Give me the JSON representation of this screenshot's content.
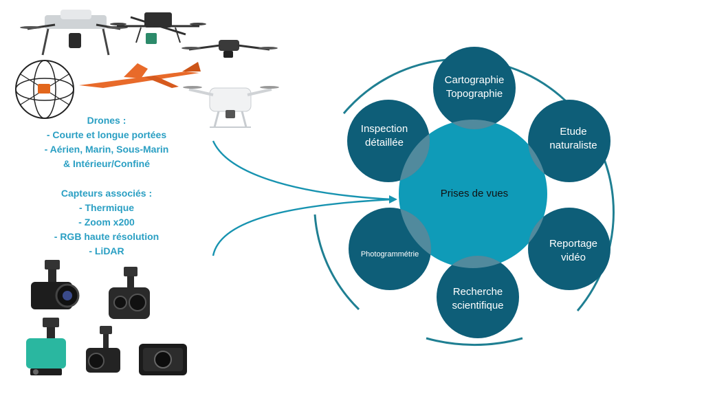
{
  "drones_block": {
    "title": "Drones :",
    "lines": [
      "- Courte et longue portées",
      "- Aérien, Marin, Sous-Marin",
      "& Intérieur/Confiné"
    ]
  },
  "sensors_block": {
    "title": "Capteurs associés :",
    "lines": [
      "- Thermique",
      "- Zoom x200",
      "- RGB haute résolution",
      "- LiDAR"
    ]
  },
  "diagram": {
    "center": "Prises de vues",
    "nodes": [
      {
        "line1": "Cartographie",
        "line2": "Topographie"
      },
      {
        "line1": "Etude",
        "line2": "naturaliste"
      },
      {
        "line1": "Reportage",
        "line2": "vidéo"
      },
      {
        "line1": "Recherche",
        "line2": "scientifique"
      },
      {
        "line1": "Photogrammétrie",
        "line2": ""
      },
      {
        "line1": "Inspection",
        "line2": "détaillée"
      }
    ]
  },
  "colors": {
    "accent_text": "#2a9fc3",
    "center_fill": "#0f9bb8",
    "node_fill": "#0e5e78",
    "arc_stroke": "#1f7f92",
    "arrow_stroke": "#1793b0"
  },
  "images": {
    "drone_pictures": [
      "quadcopter-drone",
      "industrial-hexa-drone",
      "folding-drone",
      "cage-drone",
      "fixed-wing-drone",
      "white-quadcopter"
    ],
    "sensor_pictures": [
      "gimbal-camera",
      "zoom-thermal-camera",
      "lidar-sensor",
      "gimbal-camera-small",
      "compact-camera"
    ]
  }
}
